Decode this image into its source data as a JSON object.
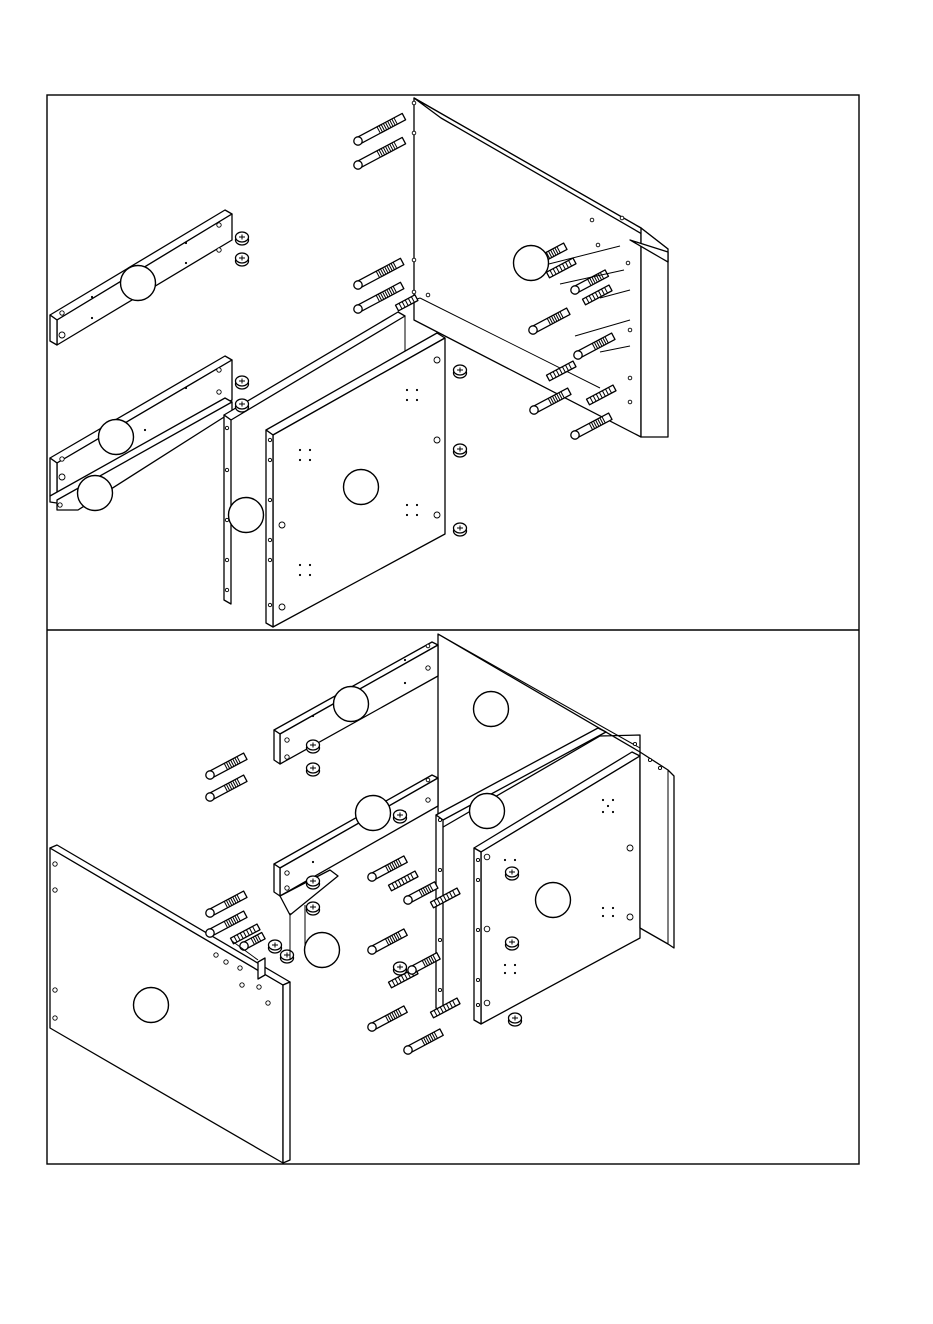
{
  "diagram": {
    "panels": [
      {
        "name": "step-1",
        "callouts": 6
      },
      {
        "name": "step-2",
        "callouts": 7
      }
    ]
  }
}
